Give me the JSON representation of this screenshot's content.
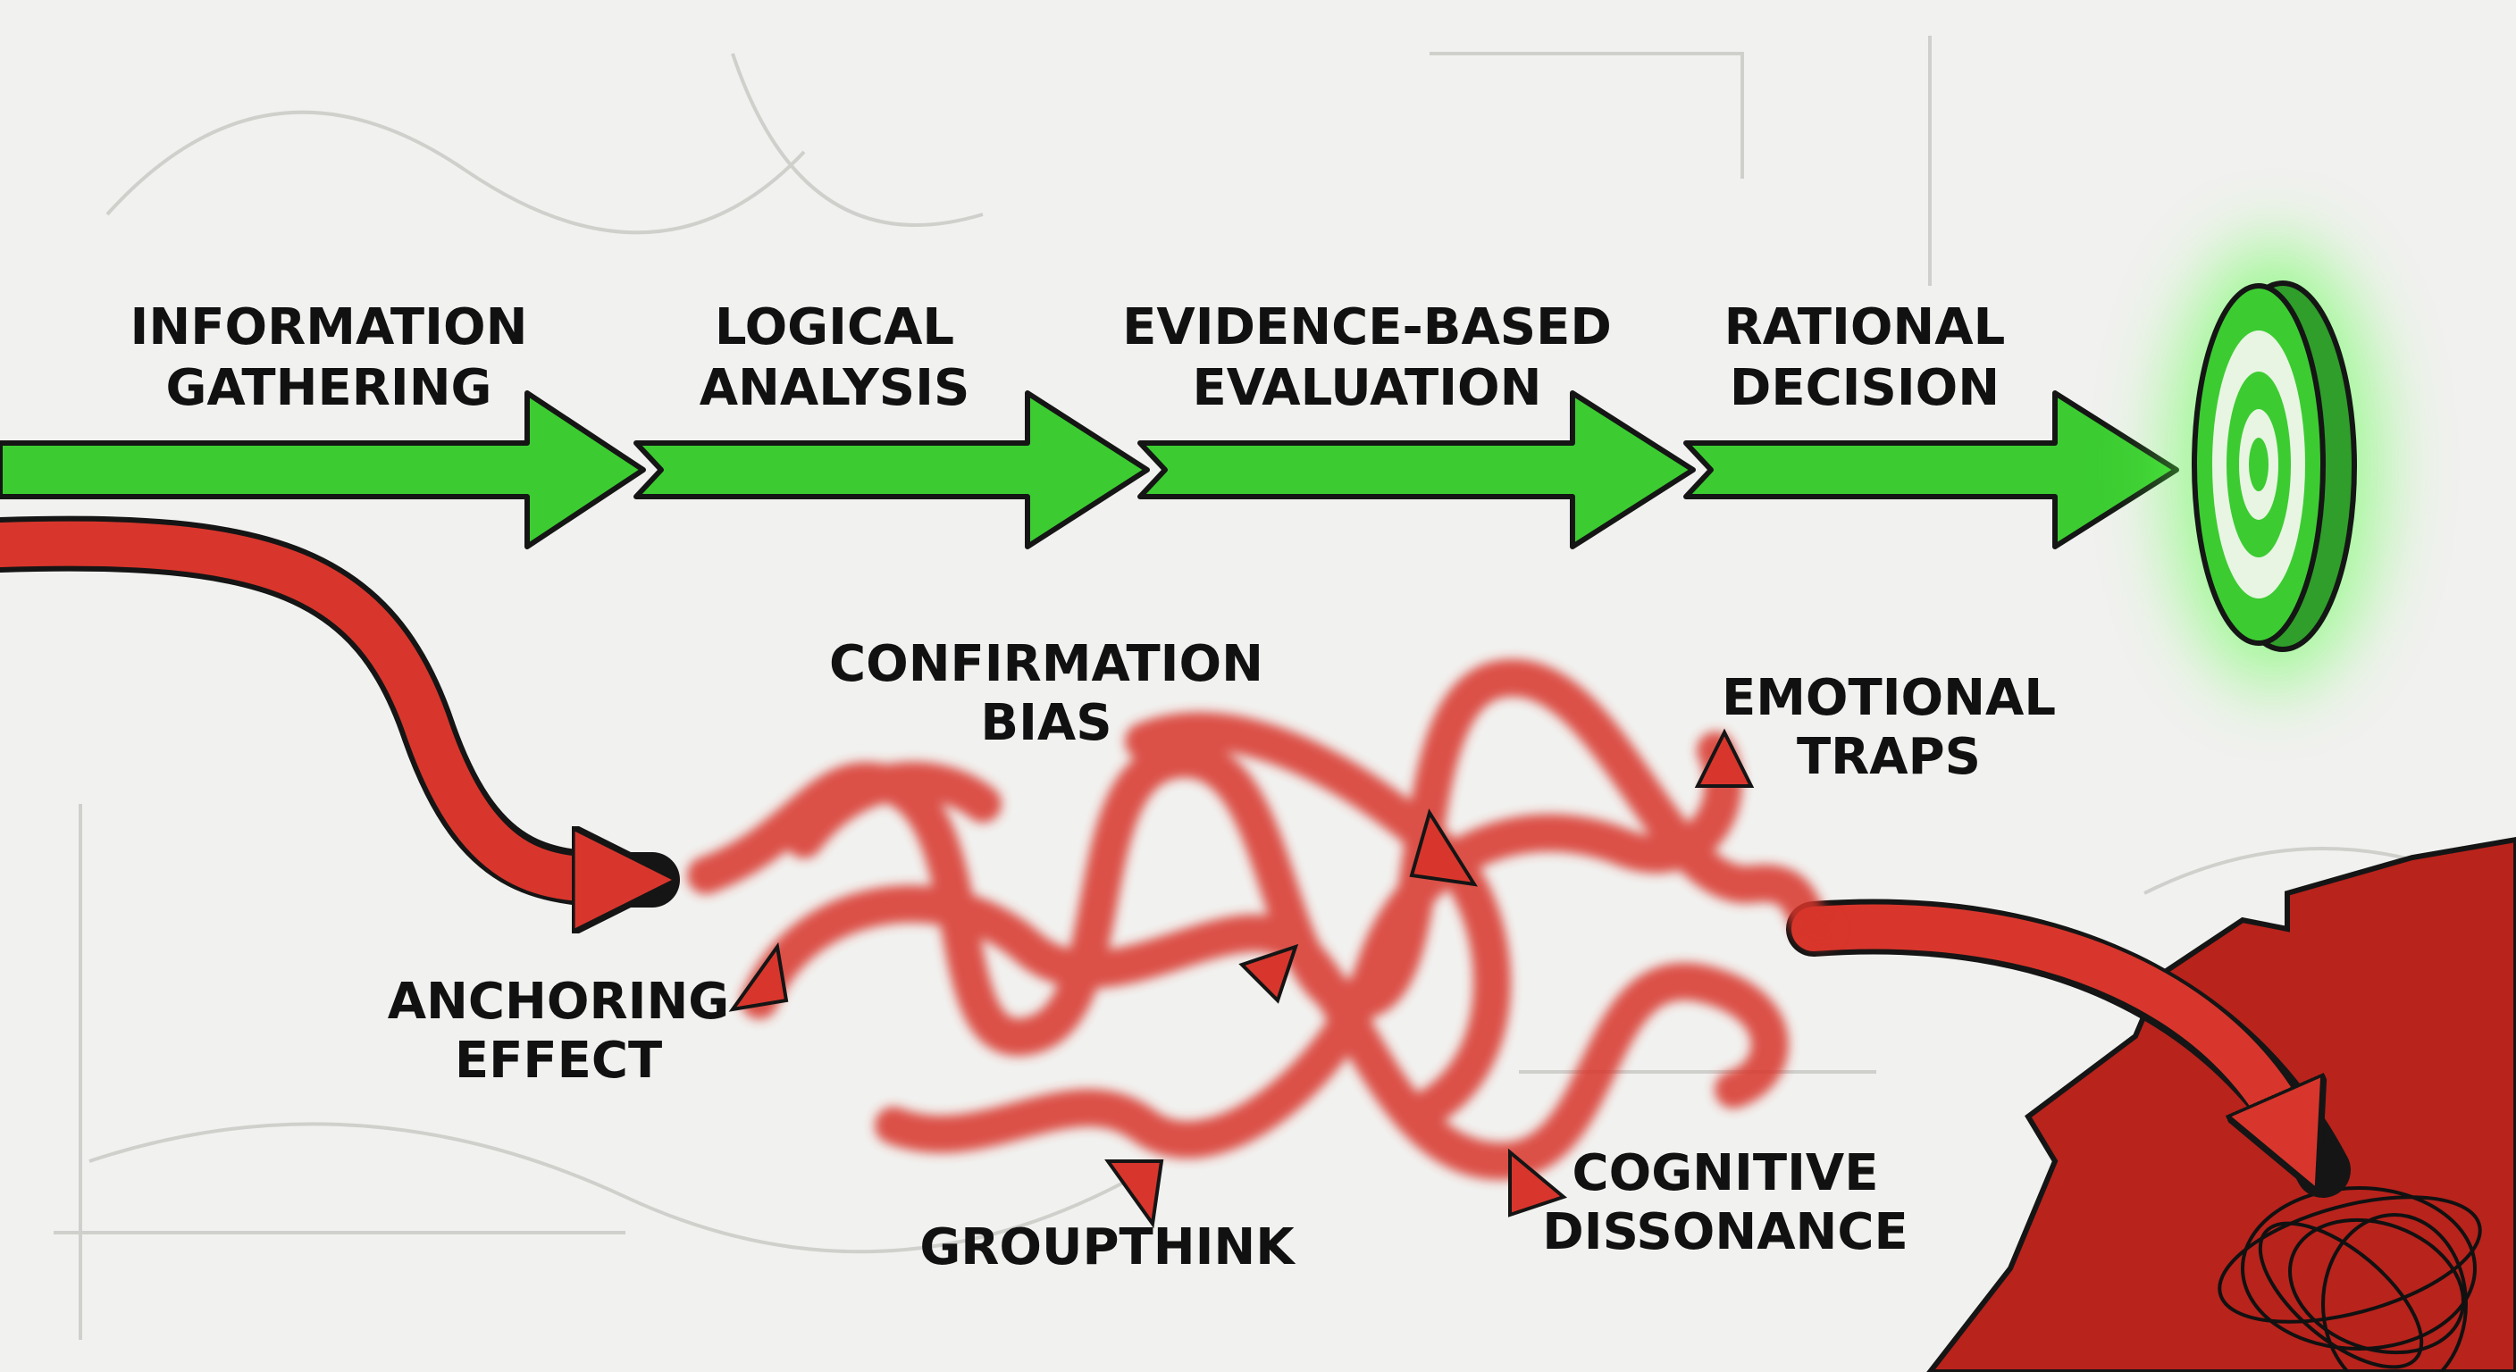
{
  "colors": {
    "background": "#f1f1ef",
    "rational_green": "#3ccc32",
    "bias_red": "#d8362c",
    "outline": "#151515"
  },
  "rational_path": {
    "steps": [
      {
        "line1": "INFORMATION",
        "line2": "GATHERING"
      },
      {
        "line1": "LOGICAL",
        "line2": "ANALYSIS"
      },
      {
        "line1": "EVIDENCE-BASED",
        "line2": "EVALUATION"
      },
      {
        "line1": "RATIONAL",
        "line2": "DECISION"
      }
    ],
    "goal_icon": "target-icon"
  },
  "bias_path": {
    "labels": [
      {
        "line1": "CONFIRMATION",
        "line2": "BIAS"
      },
      {
        "line1": "EMOTIONAL",
        "line2": "TRAPS"
      },
      {
        "line1": "ANCHORING",
        "line2": "EFFECT"
      },
      {
        "line1": "GROUPTHINK",
        "line2": ""
      },
      {
        "line1": "COGNITIVE",
        "line2": "DISSONANCE"
      }
    ],
    "end_icon": "chaos-scribble-icon"
  }
}
